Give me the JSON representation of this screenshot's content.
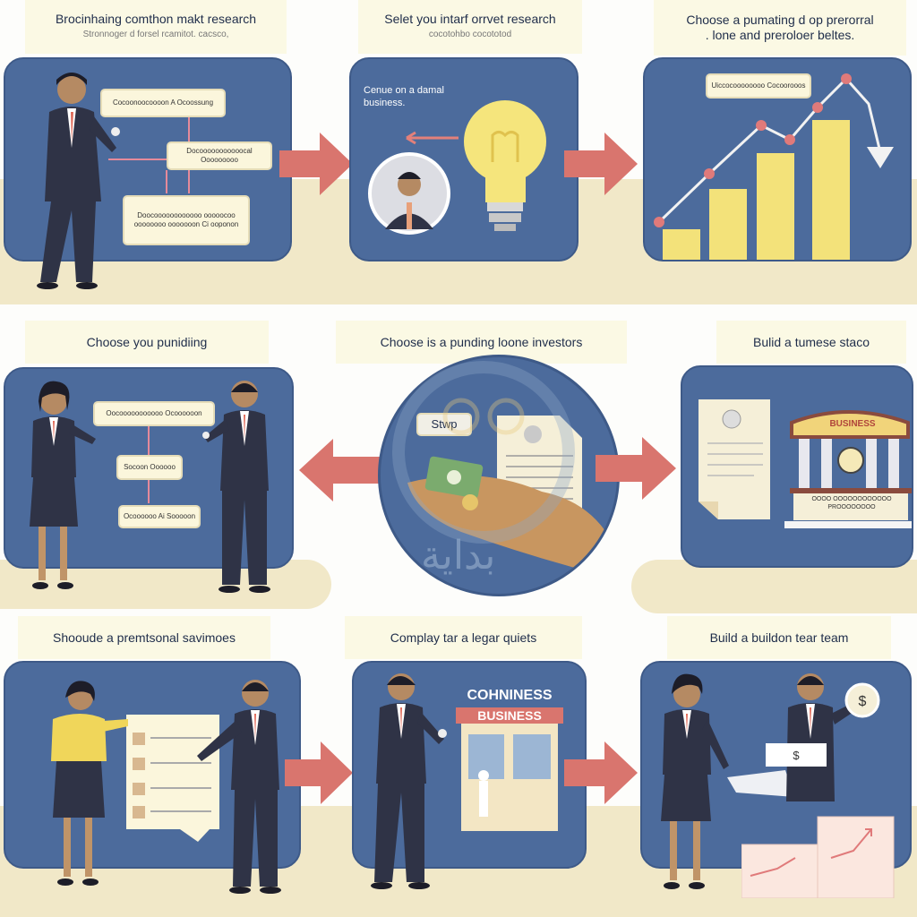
{
  "steps": [
    {
      "title": "Brocinhaing comthon makt research",
      "subtitle": "Stronnoger d forsel rcamitot. cacsco,",
      "boxes": [
        "Cocoonoocoooon A Ocoossung",
        "Docooooooooooocal Ooooooooo",
        "Doocoooooooooooo ooooocoo oooooooo ooooooon Ci ooponon"
      ]
    },
    {
      "title": "Selet you intarf orrvet research",
      "subtitle": "cocotohbo cocototod",
      "panel_text": "Cenue on a damal business."
    },
    {
      "title": "Choose a pumating d op prerorral",
      "subtitle": ". lone and preroloer beltes.",
      "boxes": [
        "Uiccocoooooooo Cocoorooos"
      ]
    },
    {
      "title": "Choose you punidiing",
      "boxes": [
        "Oocooooooooooo Ocoooooon",
        "Socoon Oooooo",
        "Ocoooooo Ai Sooooon"
      ]
    },
    {
      "title": "Choose is a punding loone investors",
      "badge": "Stwp"
    },
    {
      "title": "Bulid a tumese staco",
      "sign": "BUSINESS",
      "plaque": "OOOO OOOOOOOOOOOO PROOOOOOOO"
    },
    {
      "title": "Shooude a premtsonal savimoes"
    },
    {
      "title": "Complay tar a legar quiets",
      "sign_top": "COHNINESS",
      "sign": "BUSINESS"
    },
    {
      "title": "Build a buildon tear team"
    }
  ],
  "watermark": "بداية",
  "colors": {
    "panel": "#4c6b9c",
    "arrow": "#d9756e",
    "label_bg": "#fbf9e4",
    "ground": "#f1e8c8",
    "bar": "#f3e27a"
  }
}
